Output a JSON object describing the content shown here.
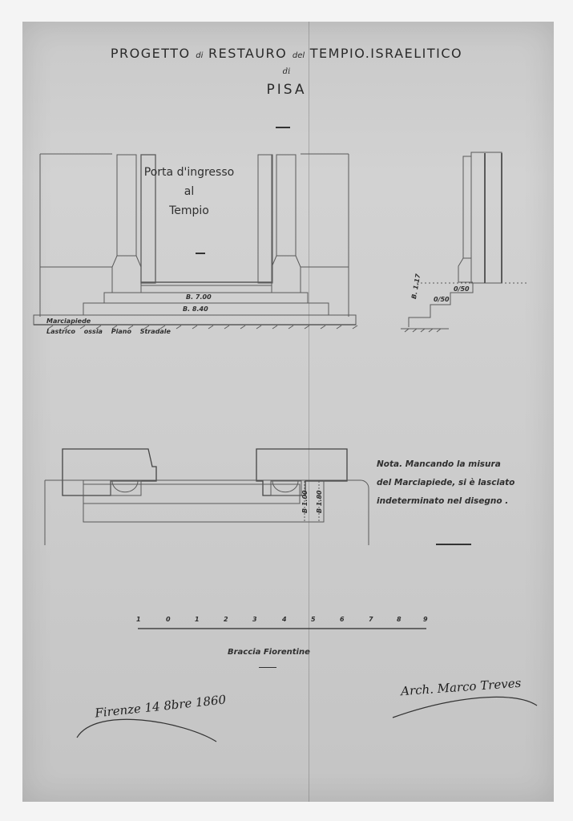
{
  "document": {
    "title_line1_a": "PROGETTO",
    "title_line1_b": "di",
    "title_line1_c": "RESTAURO",
    "title_line1_d": "del",
    "title_line1_e": "TEMPIO.ISRAELITICO",
    "title_line2": "di",
    "title_line3": "PISA"
  },
  "elevation": {
    "door_label_line1": "Porta d'ingresso",
    "door_label_line2": "al",
    "door_label_line3": "Tempio",
    "step_dim_upper": "B. 7.00",
    "step_dim_lower": "B. 8.40",
    "sidewalk_label": "Marciapiede",
    "street_label": "Lastrico ossia Piano Stradale"
  },
  "side_profile": {
    "height_dim": "B. 1.17",
    "step_dim_1": "0/50",
    "step_dim_2": "0/50"
  },
  "plan": {
    "dim_inner": "B 1.00",
    "dim_outer": "B 1.80"
  },
  "note": {
    "line1": "Nota. Mancando la misura",
    "line2": "del Marciapiede, si è lasciato",
    "line3": "indeterminato nel disegno ."
  },
  "scale_bar": {
    "ticks": [
      "1",
      "0",
      "1",
      "2",
      "3",
      "4",
      "5",
      "6",
      "7",
      "8",
      "9"
    ],
    "label": "Braccia Fiorentine"
  },
  "signatures": {
    "left": "Firenze 14 8bre 1860",
    "right": "Arch. Marco Treves"
  }
}
